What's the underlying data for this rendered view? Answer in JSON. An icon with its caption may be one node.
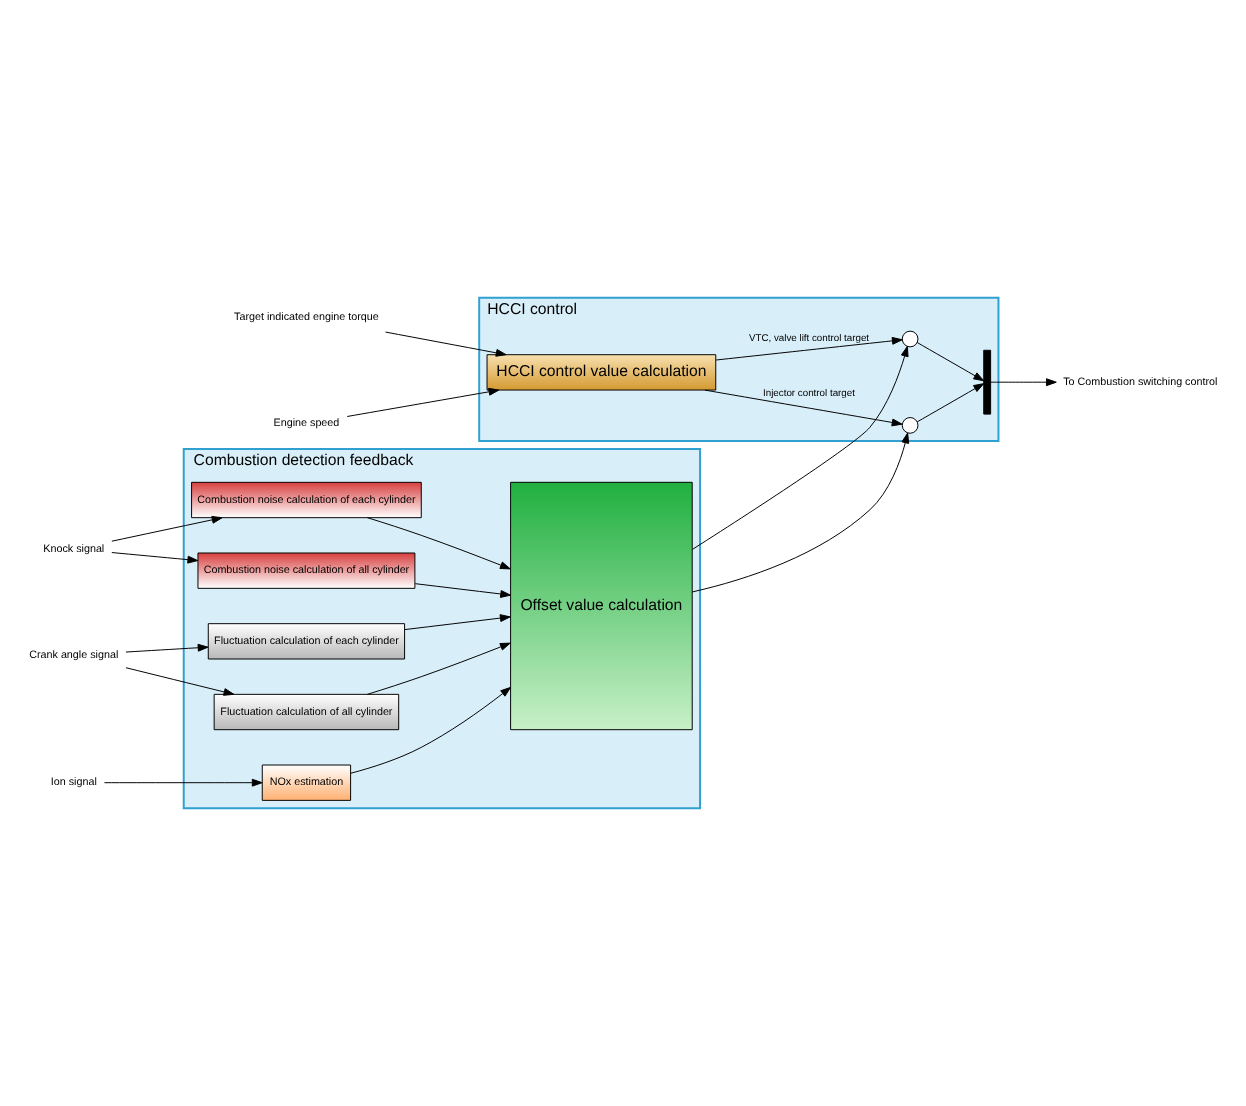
{
  "diagram": {
    "nodes": [
      {
        "text": [
          "Target indicated engine torque"
        ]
      },
      {
        "text": [
          "HCCI control"
        ]
      },
      {
        "text": [
          "HCCI control value calculation"
        ],
        "in": 1
      },
      {
        "text": [],
        "shape": "circle",
        "in": 1
      },
      {
        "text": [],
        "shape": "circle",
        "in": 1
      },
      {
        "text": [],
        "shape": "bar",
        "in": 1
      },
      {
        "text": [
          "To Combustion switching control"
        ]
      },
      {
        "text": [
          "Engine speed"
        ]
      },
      {
        "text": [
          "Combustion detection feedback"
        ]
      },
      {
        "text": [
          "Crank angle signal"
        ]
      },
      {
        "text": [
          "Fluctuation calculation of all cylinder"
        ],
        "in": 8
      },
      {
        "text": [
          "Fluctuation calculation of each cylinder"
        ],
        "in": 8
      },
      {
        "text": [
          "Knock signal"
        ]
      },
      {
        "text": [
          "Combustion noise calculation of all cylinder"
        ],
        "in": 8
      },
      {
        "text": [
          "Combustion noise calculation of each cylinder"
        ],
        "in": 8
      },
      {
        "text": [
          "Ion signal"
        ]
      },
      {
        "text": [
          "NOx estimation"
        ],
        "in": 8
      },
      {
        "text": [
          "Offset value calculation"
        ],
        "in": 8
      }
    ],
    "edges": [
      {
        "from": 0,
        "to": 2,
        "arrow": "to"
      },
      {
        "from": 7,
        "to": 2,
        "arrow": "to"
      },
      {
        "from": 2,
        "to": 3,
        "arrow": "to",
        "label": "VTC, valve lift control target"
      },
      {
        "from": 2,
        "to": 4,
        "arrow": "to",
        "label": "Injector control target"
      },
      {
        "from": 3,
        "to": 5,
        "arrow": "to"
      },
      {
        "from": 4,
        "to": 5,
        "arrow": "to"
      },
      {
        "from": 5,
        "to": 6,
        "arrow": "to"
      },
      {
        "from": 9,
        "to": 10,
        "arrow": "to"
      },
      {
        "from": 9,
        "to": 11,
        "arrow": "to"
      },
      {
        "from": 12,
        "to": 13,
        "arrow": "to"
      },
      {
        "from": 12,
        "to": 14,
        "arrow": "to"
      },
      {
        "from": 15,
        "to": 16,
        "arrow": "to"
      },
      {
        "from": 10,
        "to": 17,
        "arrow": "to"
      },
      {
        "from": 11,
        "to": 17,
        "arrow": "to"
      },
      {
        "from": 13,
        "to": 17,
        "arrow": "to"
      },
      {
        "from": 14,
        "to": 17,
        "arrow": "to"
      },
      {
        "from": 16,
        "to": 17,
        "arrow": "to"
      },
      {
        "from": 17,
        "to": 3,
        "arrow": "to"
      },
      {
        "from": 17,
        "to": 4,
        "arrow": "to"
      }
    ]
  }
}
